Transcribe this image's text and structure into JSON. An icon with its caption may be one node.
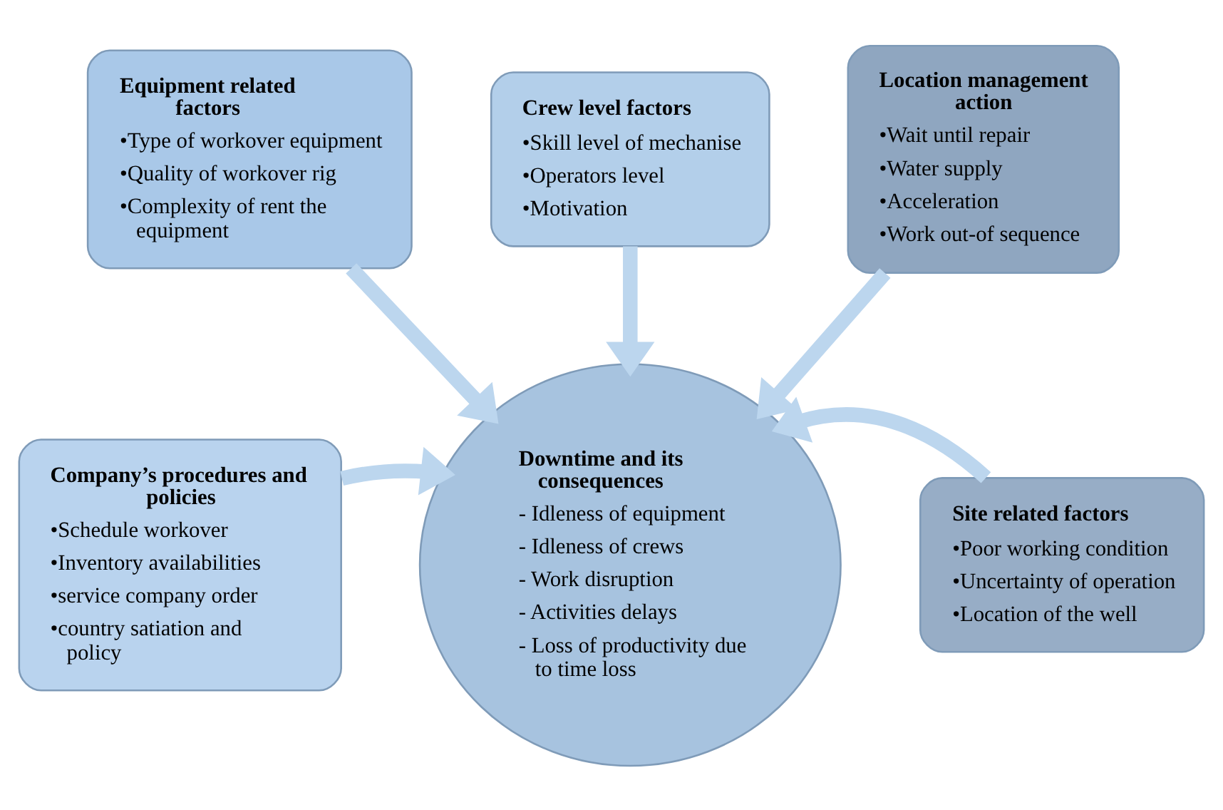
{
  "diagram": {
    "nodes": [
      {
        "text": [
          "Equipment related factors",
          "•Type of workover equipment",
          "•Quality of workover rig",
          "•Complexity of rent the equipment"
        ]
      },
      {
        "text": [
          "Crew level factors",
          "•Skill level of mechanise",
          "•Operators level",
          "•Motivation"
        ]
      },
      {
        "text": [
          "Location management action",
          "•Wait until repair",
          "•Water supply",
          "•Acceleration",
          "•Work out-of sequence"
        ]
      },
      {
        "text": [
          "Company’s procedures and policies",
          "•Schedule workover",
          "•Inventory availabilities",
          "•service company order",
          "•country satiation and policy"
        ]
      },
      {
        "text": [
          "Downtime and its consequences",
          "- Idleness of equipment",
          "- Idleness of crews",
          "- Work disruption",
          "- Activities delays",
          "- Loss of productivity due to time loss"
        ]
      },
      {
        "text": [
          "Site related factors",
          "•Poor working condition",
          "•Uncertainty of operation",
          "•Location of the well"
        ]
      }
    ],
    "edges": [
      {
        "from": 0,
        "to": 4,
        "arrow": "to"
      },
      {
        "from": 1,
        "to": 4,
        "arrow": "to"
      },
      {
        "from": 2,
        "to": 4,
        "arrow": "to"
      },
      {
        "from": 3,
        "to": 4,
        "arrow": "to"
      },
      {
        "from": 5,
        "to": 4,
        "arrow": "to"
      }
    ]
  }
}
